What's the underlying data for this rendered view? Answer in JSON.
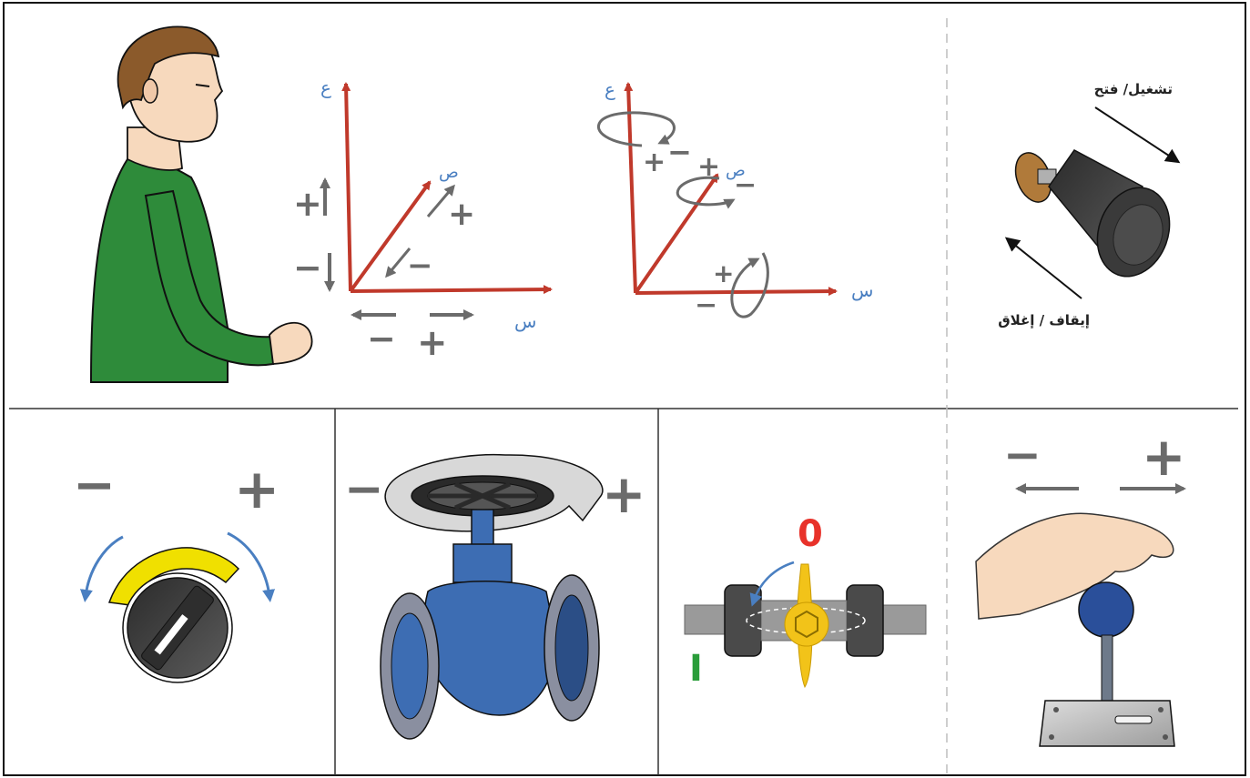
{
  "axes_left": {
    "x_label": "س",
    "y_label": "ص",
    "z_label": "ع",
    "plus": "+",
    "minus": "−"
  },
  "axes_right": {
    "x_label": "س",
    "y_label": "ص",
    "z_label": "ع",
    "plus": "+",
    "minus": "−"
  },
  "push_button": {
    "on_label": "تشغيل/ فتح",
    "off_label": "إيقاف / إغلاق"
  },
  "rotary_knob": {
    "plus": "+",
    "minus": "−"
  },
  "gate_valve": {
    "plus": "+",
    "minus": "−"
  },
  "ball_valve": {
    "open_mark": "0",
    "closed_mark": "I"
  },
  "joystick": {
    "plus": "+",
    "minus": "−"
  },
  "colors": {
    "axis": "#c0392b",
    "symbol": "#6b6b6b",
    "shirt": "#2e8b3a",
    "valve_blue": "#3d6db3",
    "handle_yellow": "#f2c319",
    "knob_band": "#f0e000",
    "red_zero": "#e8322a",
    "green_one": "#2a9d3a"
  }
}
